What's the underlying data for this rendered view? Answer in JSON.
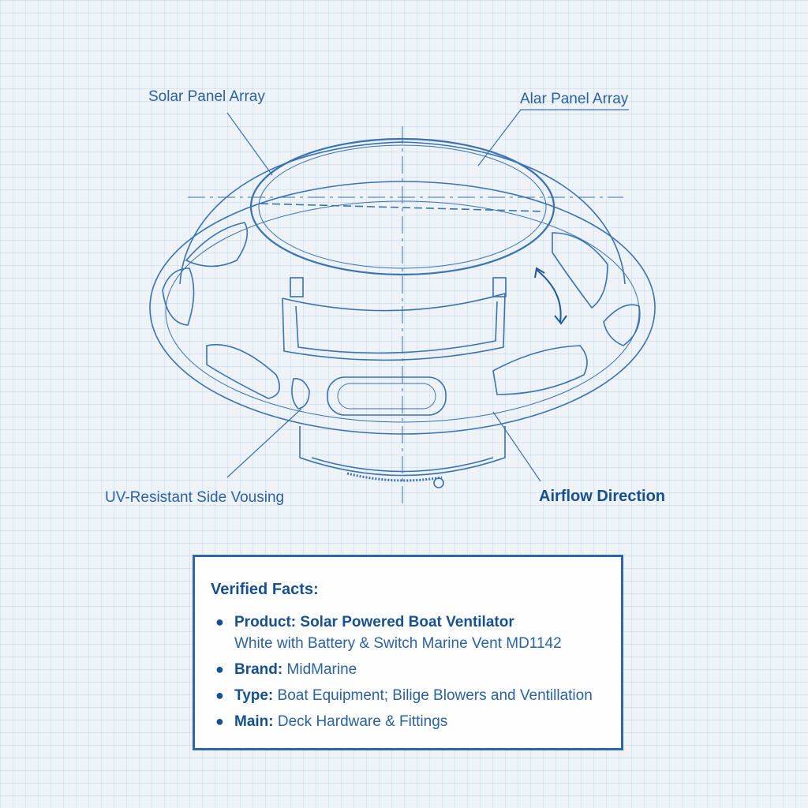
{
  "callouts": {
    "solar_left": "Solar Panel Array",
    "solar_right": "Alar Panel Array",
    "housing": "UV-Resistant Side Vousing",
    "airflow": "Airflow Direction"
  },
  "facts": {
    "heading": "Verified Facts:",
    "items": [
      {
        "key": "Product:",
        "value": "Solar Powered Boat Ventilator",
        "cont": "White with Battery & Switch Marine Vent MD1142"
      },
      {
        "key": "Brand:",
        "value": "MidMarine"
      },
      {
        "key": "Type:",
        "value": "Boat Equipment; Bilige Blowers and Ventillation"
      },
      {
        "key": "Main:",
        "value": "Deck Hardware & Fittings"
      }
    ]
  },
  "colors": {
    "line": "#2d67a8",
    "text": "#17508f",
    "grid": "#b9cde2",
    "background": "#eef3f8"
  }
}
